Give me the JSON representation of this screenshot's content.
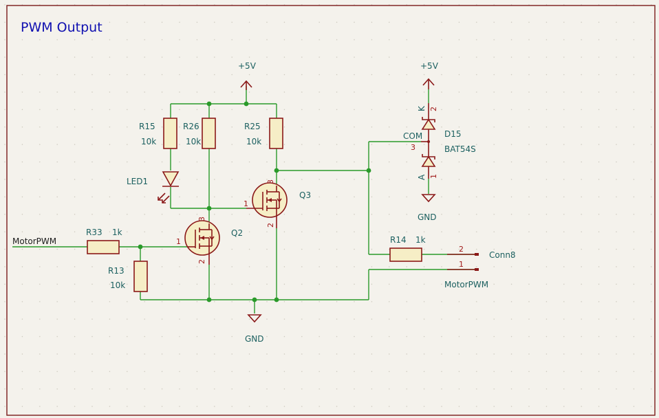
{
  "sheet": {
    "title": "PWM Output",
    "colors": {
      "wire": "#2a9a2a",
      "component": "#8a1818",
      "component_fill": "#f6eec6",
      "label": "#1c6060",
      "pin_number": "#a01818",
      "title": "#1010b0",
      "background": "#f4f2ec"
    }
  },
  "power": {
    "vcc_left": "+5V",
    "vcc_right": "+5V",
    "gnd_main": "GND",
    "gnd_diode": "GND"
  },
  "nets": {
    "input_label": "MotorPWM",
    "output_label": "MotorPWM"
  },
  "components": {
    "r15": {
      "ref": "R15",
      "value": "10k"
    },
    "r26": {
      "ref": "R26",
      "value": "10k"
    },
    "r25": {
      "ref": "R25",
      "value": "10k"
    },
    "r33": {
      "ref": "R33",
      "value": "1k"
    },
    "r13": {
      "ref": "R13",
      "value": "10k"
    },
    "r14": {
      "ref": "R14",
      "value": "1k"
    },
    "led1": {
      "ref": "LED1"
    },
    "q2": {
      "ref": "Q2",
      "pins": [
        "1",
        "2",
        "3"
      ]
    },
    "q3": {
      "ref": "Q3",
      "pins": [
        "1",
        "2",
        "3"
      ]
    },
    "d15": {
      "ref": "D15",
      "value": "BAT54S",
      "pin_com": "COM",
      "pin3": "3",
      "pin_k": "K",
      "pin2": "2",
      "pin_a": "A",
      "pin1": "1"
    },
    "conn8": {
      "ref": "Conn8",
      "pin2": "2",
      "pin1": "1"
    }
  }
}
